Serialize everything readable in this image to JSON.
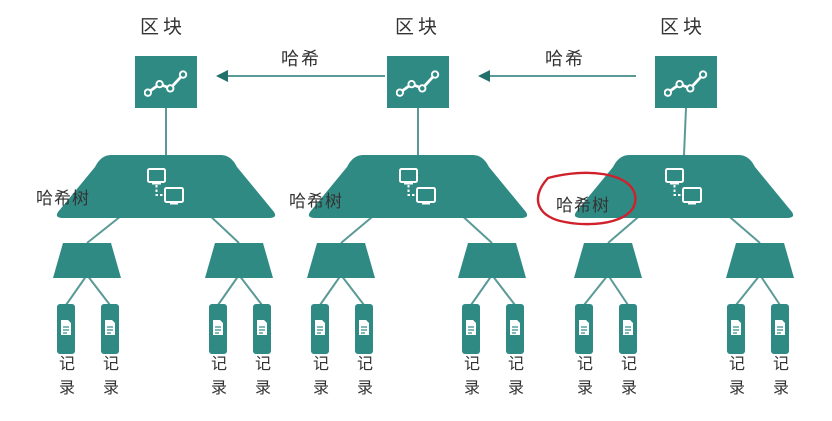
{
  "colors": {
    "teal": "#2f8a84",
    "teal_dark": "#21706b",
    "line": "#5a9a96",
    "circle": "#d0202c"
  },
  "icons": {
    "block": "chart-line-icon",
    "tree": "network-icon",
    "record": "document-icon"
  },
  "labels": {
    "block": "区块",
    "hash": "哈希",
    "hash_tree": "哈希树",
    "record_1": "记",
    "record_2": "录"
  },
  "highlight": "哈希树"
}
